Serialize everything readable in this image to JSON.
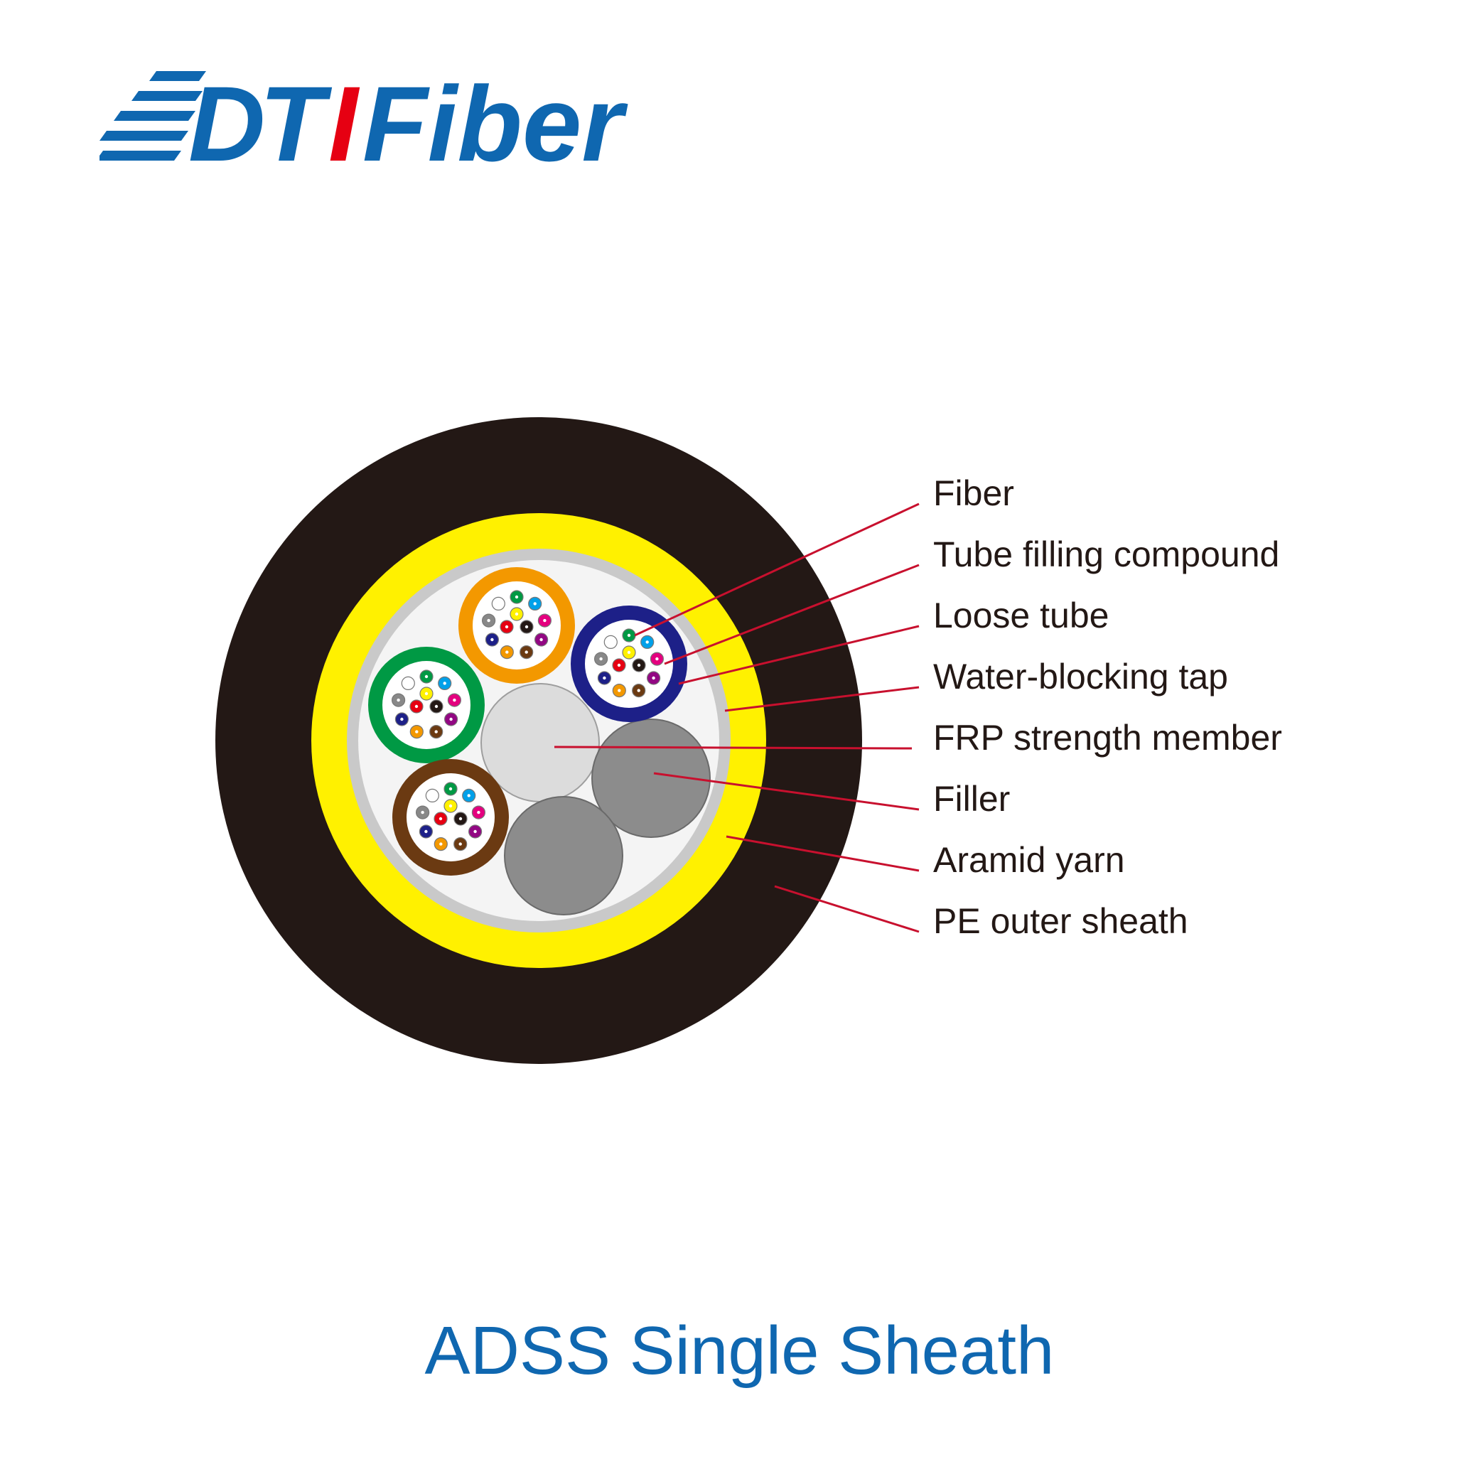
{
  "logo": {
    "text": "DTIFiber",
    "text_parts": [
      "D",
      "T",
      "I",
      "Fiber"
    ]
  },
  "colors": {
    "brand_blue": "#0f67b0",
    "brand_red": "#e60012",
    "caption_blue": "#0f67b0",
    "sheath": "#231815",
    "aramid": "#fff100",
    "tape": "#c9c9c9",
    "core_fill": "#f4f4f4",
    "frp": "#dcdcdc",
    "filler": "#8c8c8c",
    "leader": "#c8102e",
    "tube_orange": "#f39800",
    "tube_blue": "#1d2088",
    "tube_green": "#009944",
    "tube_brown": "#6b3a12",
    "fiber_colors": [
      "#009944",
      "#00a0e9",
      "#e4007f",
      "#920783",
      "#6b3a12",
      "#f39800",
      "#1d2088",
      "#888888",
      "#ffffff",
      "#e60012",
      "#231815",
      "#fff100"
    ]
  },
  "callouts": [
    {
      "label": "Fiber"
    },
    {
      "label": "Tube filling compound"
    },
    {
      "label": "Loose tube"
    },
    {
      "label": "Water-blocking tap"
    },
    {
      "label": "FRP strength member"
    },
    {
      "label": "Filler"
    },
    {
      "label": "Aramid yarn"
    },
    {
      "label": "PE outer sheath"
    }
  ],
  "caption": {
    "text": "ADSS Single Sheath"
  }
}
